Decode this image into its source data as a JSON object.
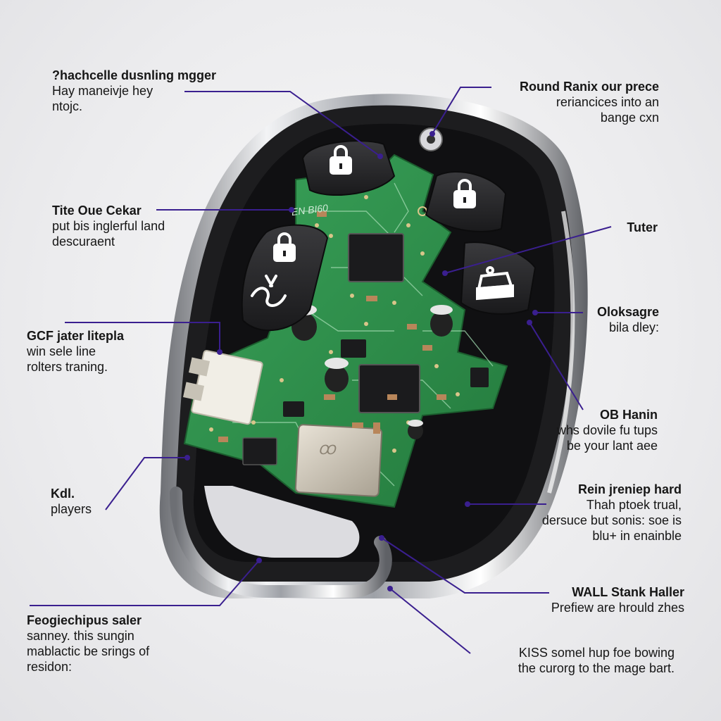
{
  "colors": {
    "leader_line": "#3a1f8f",
    "case": "#1c1c1e",
    "board": "#2f8f4c",
    "chrome": "#c9cbcf",
    "button": "#2a2a2c",
    "background": "#ececee"
  },
  "callouts": [
    {
      "id": "top-left",
      "title": "?hachcelle dusnling mgger",
      "lines": [
        "Hay maneivje hey",
        "ntojc."
      ]
    },
    {
      "id": "mid-left-1",
      "title": "Tite Oue Cekar",
      "lines": [
        "put bis inglerful land",
        "descuraent"
      ]
    },
    {
      "id": "mid-left-2",
      "title": "GCF jater litepla",
      "lines": [
        "win sele line",
        "rolters traning."
      ]
    },
    {
      "id": "low-left",
      "title": "Kdl.",
      "lines": [
        "players"
      ]
    },
    {
      "id": "bottom-left",
      "title": "Feogiechipus saler",
      "lines": [
        "sanney. this sungin",
        "mablactic be srings of",
        "residon:"
      ]
    },
    {
      "id": "top-right",
      "title": "Round Ranix our prece",
      "lines": [
        "reriancices into an",
        "bange cxn"
      ]
    },
    {
      "id": "right-1",
      "title": "Tuter",
      "lines": []
    },
    {
      "id": "right-2",
      "title": "Oloksagre",
      "lines": [
        "bila dley:"
      ]
    },
    {
      "id": "right-3",
      "title": "OB Hanin",
      "lines": [
        "whs dovile fu tups",
        "be your lant aee"
      ]
    },
    {
      "id": "right-4",
      "title": "Rein jreniep hard",
      "lines": [
        "Thah ptoek trual,",
        "dersuce but sonis: soe is",
        "blu+ in enainble"
      ]
    },
    {
      "id": "right-5",
      "title": "WALL Stank Haller",
      "lines": [
        "Prefiew are hrould zhes"
      ]
    },
    {
      "id": "bottom-right",
      "title": "KISS somel hup foe bowing",
      "lines": [
        "the curorg to the mage bart."
      ]
    }
  ],
  "chip_markings": [
    "EN BI60"
  ],
  "icons": [
    "lock-icon",
    "lock-icon",
    "lock-icon",
    "panic-wave-icon",
    "trunk-icon"
  ]
}
